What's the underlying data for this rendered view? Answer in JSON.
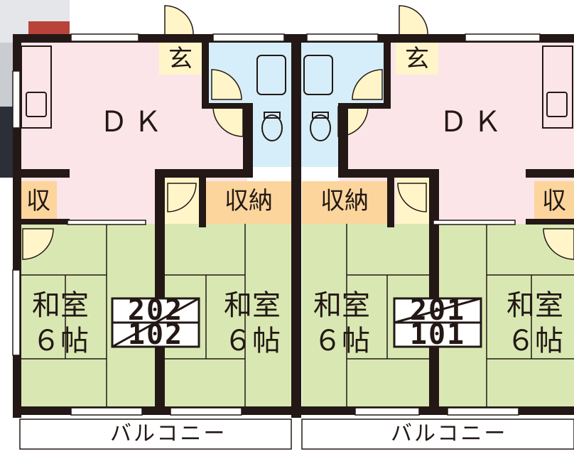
{
  "colors": {
    "dk": "#fbe5e8",
    "washitsu": "#d9e8b3",
    "storage": "#fbd59c",
    "genkan": "#fff5c8",
    "wet": "#d6eef9",
    "wall": "#231815",
    "window": "#bfe2f4",
    "door_arc": "#fff5c8"
  },
  "labels": {
    "dk_left": "ＤＫ",
    "dk_right": "ＤＫ",
    "genkan_left": "玄",
    "genkan_right": "玄",
    "shu_left": "収",
    "shu_right": "収",
    "shuno_left": "収納",
    "shuno_right": "収納",
    "room_a_line1": "和室",
    "room_a_line2": "６帖",
    "room_b_line1": "和室",
    "room_b_line2": "６帖",
    "room_c_line1": "和室",
    "room_c_line2": "６帖",
    "room_d_line1": "和室",
    "room_d_line2": "６帖",
    "unit_left_upper": "202",
    "unit_left_lower": "102",
    "unit_right_upper": "201",
    "unit_right_lower": "101",
    "balcony_left": "バルコニー",
    "balcony_right": "バルコニー"
  }
}
